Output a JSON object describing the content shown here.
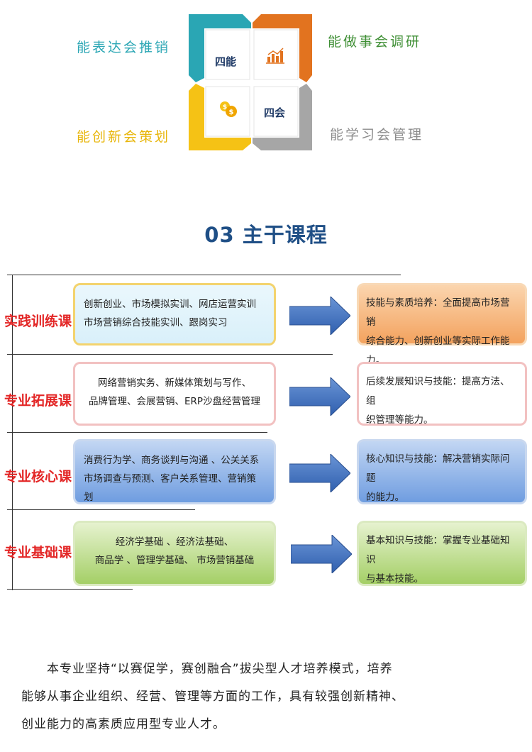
{
  "abilities": {
    "top_left": "能表达会推销",
    "top_right": "能做事会调研",
    "bottom_left": "能创新会策划",
    "bottom_right": "能学习会管理",
    "center_top_left": "四能",
    "center_bottom_right": "四会",
    "colors": {
      "teal": "#2aa6b4",
      "orange": "#e2731f",
      "yellow": "#f5c215",
      "gray": "#a6a6a6"
    }
  },
  "section": {
    "title": "03  主干课程"
  },
  "courses": [
    {
      "category": "实践训练课",
      "content": [
        "创新创业、市场模拟实训、网店运营实训",
        "市场营销综合技能实训、跟岗实习"
      ],
      "outcome": [
        "技能与素质培养：全面提高市场营销",
        "综合能力、创新创业等实际工作能力。"
      ]
    },
    {
      "category": "专业拓展课",
      "content": [
        "网络营销实务、新媒体策划与写作、",
        "品牌管理、会展营销、ERP沙盘经营管理"
      ],
      "outcome": [
        "后续发展知识与技能：提高方法、组",
        "织管理等能力。"
      ]
    },
    {
      "category": "专业核心课",
      "content": [
        "消费行为学、商务谈判与沟通 、公关关系",
        "市场调查与预测、客户关系管理、营销策划"
      ],
      "outcome": [
        "核心知识与技能：解决营销实际问题",
        "的能力。"
      ]
    },
    {
      "category": "专业基础课",
      "content": [
        "经济学基础 、经济法基础、",
        "商品学 、管理学基础、  市场营销基础"
      ],
      "outcome": [
        "基本知识与技能：掌握专业基础知识",
        "与基本技能。"
      ]
    }
  ],
  "paragraph": {
    "lines": [
      "本专业坚持“以赛促学，赛创融合”拔尖型人才培养模式，培养",
      "能够从事企业组织、经营、管理等方面的工作，具有较强创新精神、",
      "创业能力的高素质应用型专业人才。"
    ]
  }
}
